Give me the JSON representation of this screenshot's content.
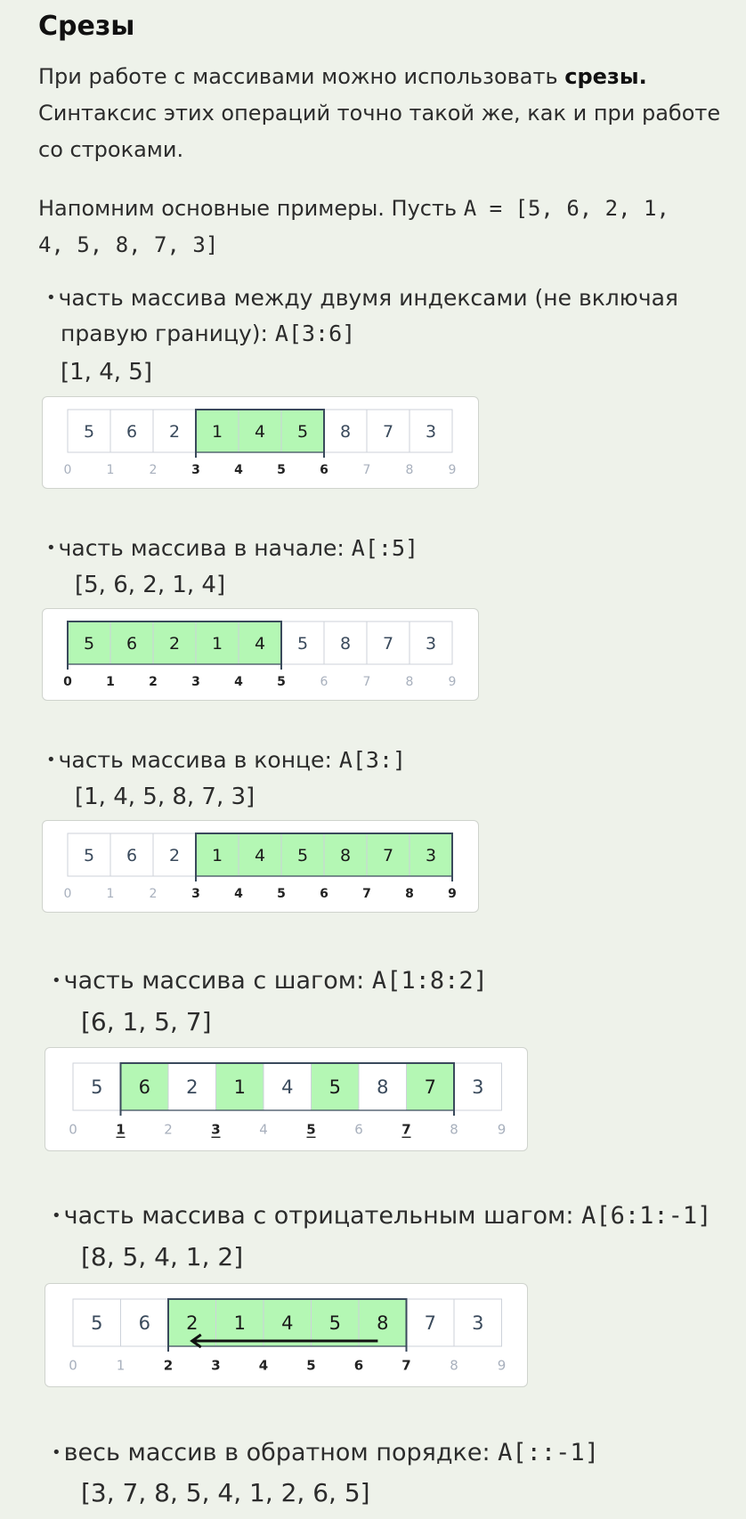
{
  "title": "Срезы",
  "intro": {
    "text": "При работе с массивами можно использовать ",
    "bold": "срезы.",
    "line2": "Синтаксис этих операций точно такой же, как и при работе",
    "line3": "со строками."
  },
  "example": {
    "text": "Напомним основные примеры. Пусть ",
    "code1": "A = [5, 6, 2, 1,",
    "code2": "4, 5, 8, 7, 3]"
  },
  "array": [
    5,
    6,
    2,
    1,
    4,
    5,
    8,
    7,
    3
  ],
  "indices": [
    0,
    1,
    2,
    3,
    4,
    5,
    6,
    7,
    8,
    9
  ],
  "colors": {
    "highlight": "#b4f7b4",
    "bracket": "#3a4a5c",
    "cell_text": "#3a4a5c",
    "index_dim": "#a8b0bd",
    "index_bold": "#222222"
  },
  "sections": [
    {
      "label": "часть массива между двумя индексами (не включая",
      "label2": "правую границу): ",
      "code": "A[3:6]",
      "result": "[1, 4, 5]",
      "highlight": [
        3,
        4,
        5
      ],
      "bracket": [
        3,
        6
      ],
      "bold_indices": [
        3,
        4,
        5,
        6
      ],
      "underline_indices": [],
      "arrow": false
    },
    {
      "label": "часть массива в начале: ",
      "code": "A[:5]",
      "result": "[5, 6, 2, 1, 4]",
      "highlight": [
        0,
        1,
        2,
        3,
        4
      ],
      "bracket": [
        0,
        5
      ],
      "bold_indices": [
        0,
        1,
        2,
        3,
        4,
        5
      ],
      "underline_indices": [],
      "arrow": false
    },
    {
      "label": "часть массива в конце: ",
      "code": "A[3:]",
      "result": "[1, 4, 5, 8, 7, 3]",
      "highlight": [
        3,
        4,
        5,
        6,
        7,
        8
      ],
      "bracket": [
        3,
        9
      ],
      "bold_indices": [
        3,
        4,
        5,
        6,
        7,
        8,
        9
      ],
      "underline_indices": [],
      "arrow": false
    },
    {
      "label": "часть массива с шагом: ",
      "code": "A[1:8:2]",
      "result": "[6, 1, 5, 7]",
      "highlight": [
        1,
        3,
        5,
        7
      ],
      "bracket": [
        1,
        8
      ],
      "bold_indices": [
        1,
        3,
        5,
        7
      ],
      "underline_indices": [
        1,
        3,
        5,
        7
      ],
      "arrow": false
    },
    {
      "label": "часть массива с отрицательным шагом: ",
      "code": "A[6:1:-1]",
      "result": "[8, 5, 4, 1, 2]",
      "highlight": [
        2,
        3,
        4,
        5,
        6
      ],
      "bracket": [
        2,
        7
      ],
      "bold_indices": [
        2,
        3,
        4,
        5,
        6,
        7
      ],
      "underline_indices": [],
      "arrow": true
    },
    {
      "label": "весь массив в обратном порядке: ",
      "code": "A[::-1]",
      "result": "[3, 7, 8, 5, 4, 1, 2, 6, 5]"
    }
  ]
}
